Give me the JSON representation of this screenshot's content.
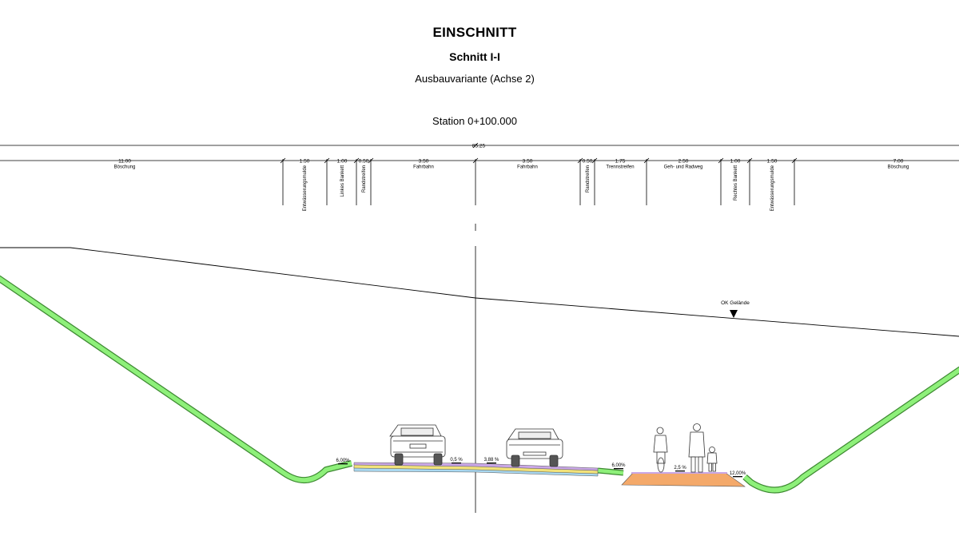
{
  "header": {
    "title": "EINSCHNITT",
    "subtitle": "Schnitt I-I",
    "variant": "Ausbauvariante (Achse 2)",
    "station": "Station 0+100.000"
  },
  "dimensions": {
    "total": "85.25",
    "segments": [
      {
        "value": "11.00",
        "label": "Böschung"
      },
      {
        "value": "1.50",
        "label": "Entwässerungsmulde"
      },
      {
        "value": "1.00",
        "label": "Linkes Bankett"
      },
      {
        "value": "0.50",
        "label": "Randstreifen"
      },
      {
        "value": "3.50",
        "label": "Fahrbahn"
      },
      {
        "value": "3.50",
        "label": "Fahrbahn"
      },
      {
        "value": "0.50",
        "label": "Randstreifen"
      },
      {
        "value": "1.75",
        "label": "Trennstreifen"
      },
      {
        "value": "2.50",
        "label": "Geh- und Radweg"
      },
      {
        "value": "1.00",
        "label": "Rechtes Bankett"
      },
      {
        "value": "1.50",
        "label": "Entwässerungsmulde"
      },
      {
        "value": "7.00",
        "label": "Böschung"
      }
    ]
  },
  "slopes": {
    "left_bankett": "6,00%",
    "left_lane": "0,5 %",
    "right_lane": "3,88 %",
    "trennstreifen": "6,00%",
    "radweg": "2,5 %",
    "right_bankett": "12,00%"
  },
  "terrain_label": "OK Gelände",
  "colors": {
    "slope_green": "#8ef07a",
    "asphalt_top": "#c9a7e6",
    "base_yellow": "#f2e27a",
    "base_blue": "#a9d8f0",
    "radweg_orange": "#f4a96a"
  }
}
